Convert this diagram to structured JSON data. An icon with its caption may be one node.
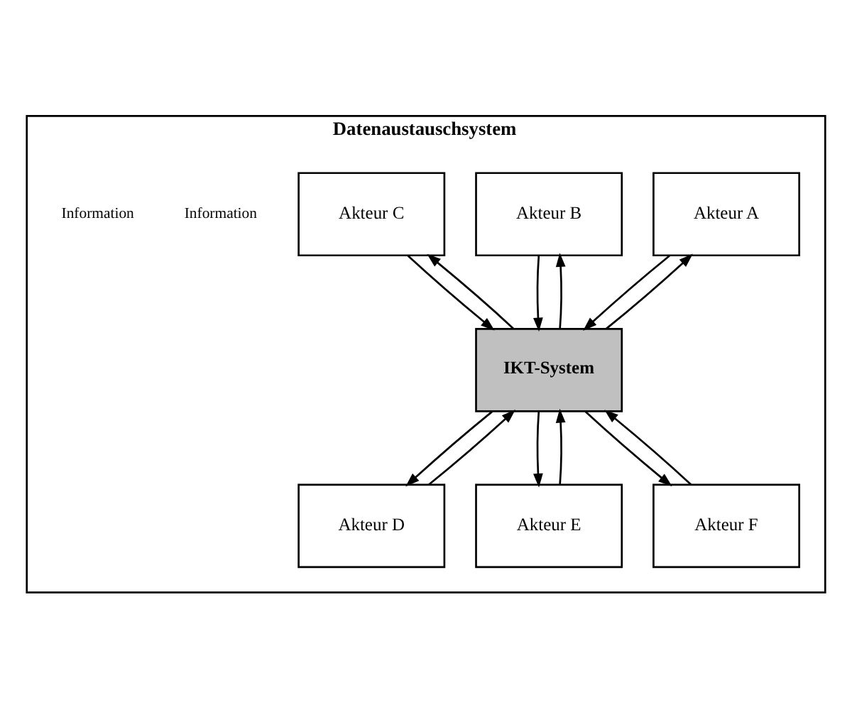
{
  "diagram": {
    "nodes": [
      {
        "text": [
          "Datenaustauschsystem"
        ]
      },
      {
        "text": [
          "Akteur A"
        ],
        "in": 0
      },
      {
        "text": [
          "Akteur B"
        ],
        "in": 0
      },
      {
        "text": [
          "Akteur C"
        ],
        "in": 0
      },
      {
        "text": [
          "IKT-System"
        ],
        "in": 0
      },
      {
        "text": [
          "Akteur D"
        ],
        "in": 0
      },
      {
        "text": [
          "Akteur E"
        ],
        "in": 0
      },
      {
        "text": [
          "Akteur F"
        ],
        "in": 0
      }
    ],
    "edges": [
      {
        "from": 1,
        "to": 4,
        "arrow": "to"
      },
      {
        "from": 4,
        "to": 1,
        "arrow": "to"
      },
      {
        "from": 2,
        "to": 4,
        "arrow": "to"
      },
      {
        "from": 4,
        "to": 2,
        "arrow": "to"
      },
      {
        "from": 3,
        "to": 4,
        "arrow": "to"
      },
      {
        "from": 4,
        "to": 3,
        "arrow": "to"
      },
      {
        "from": 5,
        "to": 4,
        "arrow": "to"
      },
      {
        "from": 4,
        "to": 5,
        "arrow": "to"
      },
      {
        "from": 6,
        "to": 4,
        "arrow": "to"
      },
      {
        "from": 4,
        "to": 6,
        "arrow": "to"
      },
      {
        "from": 7,
        "to": 4,
        "arrow": "to"
      },
      {
        "from": 4,
        "to": 7,
        "arrow": "to"
      }
    ],
    "labels": [
      "Information",
      "Information"
    ]
  }
}
